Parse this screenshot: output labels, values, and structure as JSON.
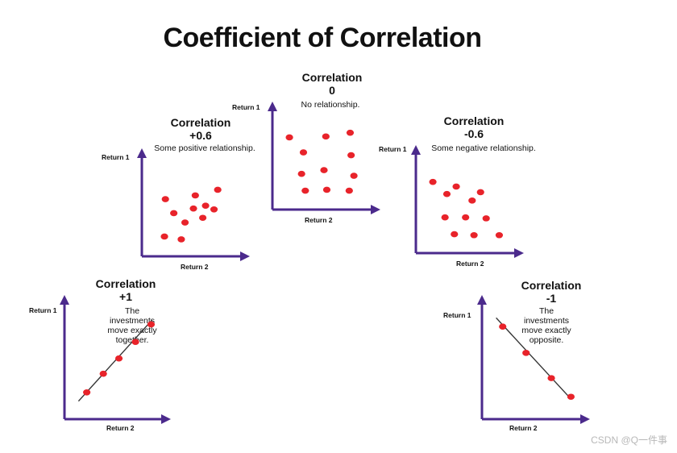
{
  "title": "Coefficient of Correlation",
  "watermark": "CSDN @Q一件事",
  "colors": {
    "axis": "#4b2a8c",
    "point": "#e8232a",
    "line": "#333333"
  },
  "axes": {
    "y_label": "Return 1",
    "x_label": "Return 2"
  },
  "chart_data": [
    {
      "type": "scatter",
      "label_line1": "Correlation",
      "label_line2": "+0.6",
      "description": "Some positive relationship.",
      "ylabel": "Return 1",
      "xlabel": "Return 2",
      "xlim": [
        0,
        10
      ],
      "ylim": [
        0,
        10
      ],
      "points": [
        [
          2.0,
          5.6
        ],
        [
          5.2,
          6.0
        ],
        [
          7.6,
          6.6
        ],
        [
          2.9,
          4.1
        ],
        [
          5.0,
          4.6
        ],
        [
          6.3,
          4.9
        ],
        [
          7.2,
          4.5
        ],
        [
          4.1,
          3.1
        ],
        [
          6.0,
          3.6
        ],
        [
          1.9,
          1.6
        ],
        [
          3.7,
          1.3
        ]
      ]
    },
    {
      "type": "scatter",
      "label_line1": "Correlation",
      "label_line2": "0",
      "description": "No relationship.",
      "ylabel": "Return 1",
      "xlabel": "Return 2",
      "xlim": [
        0,
        10
      ],
      "ylim": [
        0,
        10
      ],
      "points": [
        [
          1.3,
          7.2
        ],
        [
          5.2,
          7.3
        ],
        [
          7.8,
          7.7
        ],
        [
          2.8,
          5.6
        ],
        [
          7.9,
          5.3
        ],
        [
          2.6,
          3.3
        ],
        [
          5.0,
          3.7
        ],
        [
          8.2,
          3.1
        ],
        [
          3.0,
          1.5
        ],
        [
          5.3,
          1.6
        ],
        [
          7.7,
          1.5
        ]
      ]
    },
    {
      "type": "scatter",
      "label_line1": "Correlation",
      "label_line2": "-0.6",
      "description": "Some negative relationship.",
      "ylabel": "Return 1",
      "xlabel": "Return 2",
      "xlim": [
        0,
        10
      ],
      "ylim": [
        0,
        10
      ],
      "points": [
        [
          1.3,
          7.1
        ],
        [
          3.8,
          6.6
        ],
        [
          6.4,
          6.0
        ],
        [
          2.8,
          5.8
        ],
        [
          5.5,
          5.1
        ],
        [
          2.6,
          3.3
        ],
        [
          4.8,
          3.3
        ],
        [
          7.0,
          3.2
        ],
        [
          3.6,
          1.5
        ],
        [
          5.7,
          1.4
        ],
        [
          8.4,
          1.4
        ]
      ]
    },
    {
      "type": "scatter",
      "label_line1": "Correlation",
      "label_line2": "+1",
      "description": "The investments move exactly together.",
      "ylabel": "Return 1",
      "xlabel": "Return 2",
      "xlim": [
        0,
        10
      ],
      "ylim": [
        0,
        10
      ],
      "trend": [
        [
          1.0,
          1.2
        ],
        [
          9.0,
          8.6
        ]
      ],
      "points": [
        [
          1.9,
          2.0
        ],
        [
          3.7,
          3.7
        ],
        [
          5.4,
          5.1
        ],
        [
          7.2,
          6.6
        ],
        [
          8.9,
          8.2
        ]
      ]
    },
    {
      "type": "scatter",
      "label_line1": "Correlation",
      "label_line2": "-1",
      "description": "The investments move exactly opposite.",
      "ylabel": "Return 1",
      "xlabel": "Return 2",
      "xlim": [
        0,
        10
      ],
      "ylim": [
        0,
        10
      ],
      "trend": [
        [
          1.0,
          8.8
        ],
        [
          9.0,
          1.4
        ]
      ],
      "points": [
        [
          1.7,
          8.0
        ],
        [
          4.2,
          5.6
        ],
        [
          6.9,
          3.3
        ],
        [
          9.0,
          1.6
        ]
      ]
    }
  ]
}
